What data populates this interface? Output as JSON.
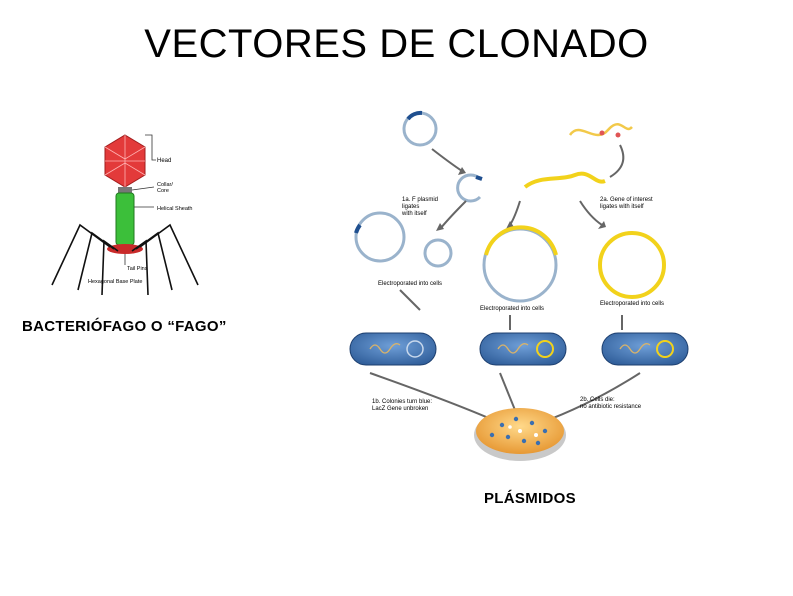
{
  "title": "VECTORES DE CLONADO",
  "phage": {
    "caption": "BACTERIÓFAGO O “FAGO”",
    "labels": {
      "head": "Head",
      "collar": "Collar/\nCore",
      "sheath": "Helical Sheath",
      "tail_pins": "Tail Pins",
      "base_plate": "Hexagonal Base Plate"
    }
  },
  "plasmid": {
    "caption": "PLÁSMIDOS",
    "labels": {
      "step_1a": "1a. F plasmid\nligates\nwith itself",
      "step_2a": "2a. Gene of interest\nligates with itself",
      "electro_1": "Electroporated into cells",
      "electro_2": "Electroporated into cells",
      "electro_3": "Electroporated into cells",
      "step_1b": "1b. Colonies turn blue:\nLacZ Gene unbroken",
      "step_2b": "2b. Cells die:\nno antibiotic resistance"
    }
  },
  "colors": {
    "phage_head": "#e33a3a",
    "phage_sheath": "#3cbf3a",
    "phage_base": "#c92a2a",
    "gene_yellow": "#f2d21b",
    "cell_blue": "#3b6fb0",
    "dish_orange": "#f0a23a"
  }
}
